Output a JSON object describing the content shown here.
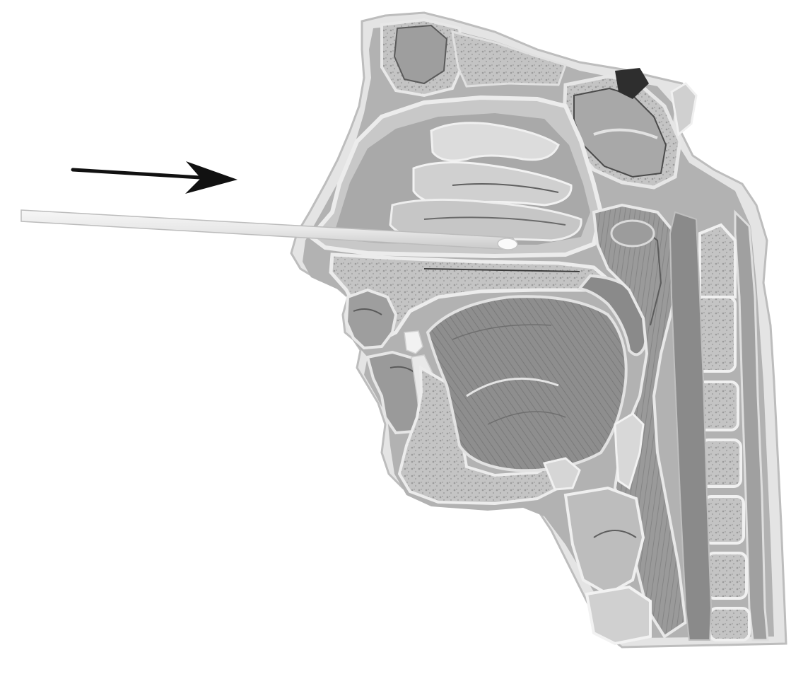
{
  "figure": {
    "subject": "sagittal-head-neck-anatomy",
    "instrument": "nasopharyngeal-swab",
    "pointer": "arrow-pointing-right",
    "palette": {
      "background": "#ffffff",
      "outline": "#e6e6e6",
      "bone_light": "#d8d8d8",
      "bone_spongy": "#b8b8b8",
      "soft_tissue": "#a6a6a6",
      "muscle": "#8c8c8c",
      "cavity": "#bdbdbd",
      "dark_line": "#3a3a3a",
      "swab": "#efefef",
      "arrow": "#111111"
    }
  }
}
